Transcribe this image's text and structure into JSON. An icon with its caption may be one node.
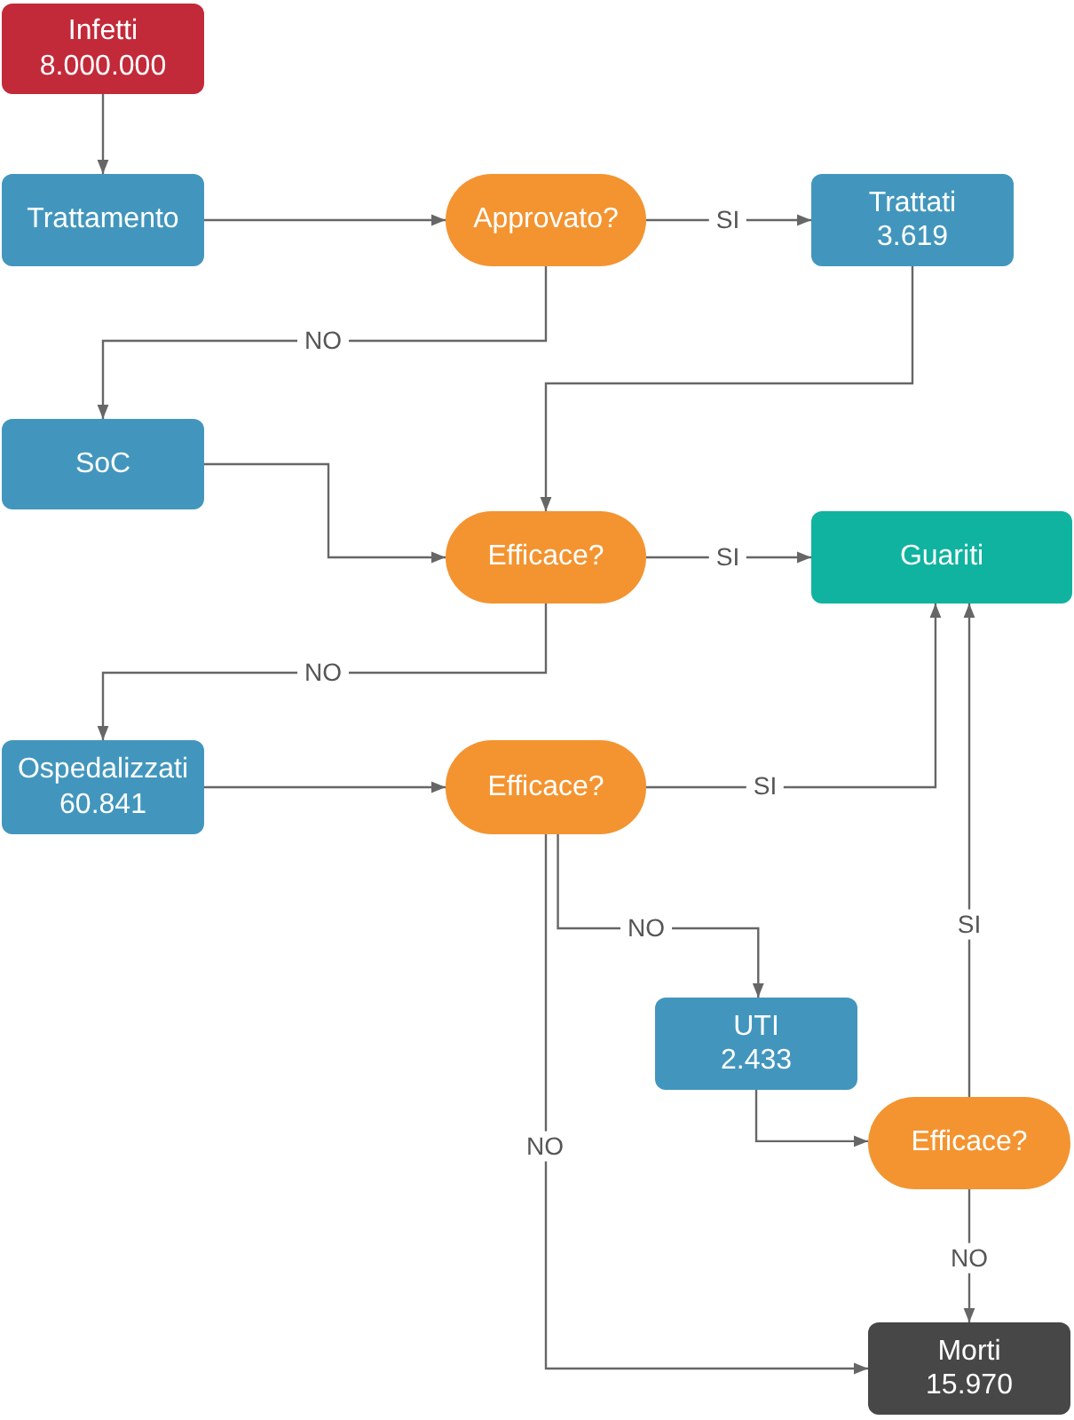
{
  "diagram": {
    "nodes": [
      {
        "text": [
          "Infetti",
          "8.000.000"
        ]
      },
      {
        "text": [
          "Trattamento"
        ]
      },
      {
        "text": [
          "Approvato?"
        ]
      },
      {
        "text": [
          "Trattati",
          "3.619"
        ]
      },
      {
        "text": [
          "SoC"
        ]
      },
      {
        "text": [
          "Efficace?"
        ]
      },
      {
        "text": [
          "Guariti"
        ]
      },
      {
        "text": [
          "Ospedalizzati",
          "60.841"
        ]
      },
      {
        "text": [
          "Efficace?"
        ]
      },
      {
        "text": [
          "UTI",
          "2.433"
        ]
      },
      {
        "text": [
          "Efficace?"
        ]
      },
      {
        "text": [
          "Morti",
          "15.970"
        ]
      }
    ],
    "edges": [
      {
        "from": 0,
        "to": 1,
        "arrow": "to"
      },
      {
        "from": 1,
        "to": 2,
        "arrow": "to"
      },
      {
        "from": 2,
        "to": 3,
        "arrow": "to",
        "label": "SI"
      },
      {
        "from": 2,
        "to": 4,
        "arrow": "to",
        "label": "NO"
      },
      {
        "from": 3,
        "to": 5,
        "arrow": "to"
      },
      {
        "from": 4,
        "to": 5,
        "arrow": "to"
      },
      {
        "from": 5,
        "to": 6,
        "arrow": "to",
        "label": "SI"
      },
      {
        "from": 5,
        "to": 7,
        "arrow": "to",
        "label": "NO"
      },
      {
        "from": 7,
        "to": 8,
        "arrow": "to"
      },
      {
        "from": 8,
        "to": 6,
        "arrow": "to",
        "label": "SI"
      },
      {
        "from": 8,
        "to": 9,
        "arrow": "to",
        "label": "NO"
      },
      {
        "from": 8,
        "to": 11,
        "arrow": "to",
        "label": "NO"
      },
      {
        "from": 9,
        "to": 10,
        "arrow": "to"
      },
      {
        "from": 10,
        "to": 6,
        "arrow": "to",
        "label": "SI"
      },
      {
        "from": 10,
        "to": 11,
        "arrow": "to",
        "label": "NO"
      }
    ]
  }
}
